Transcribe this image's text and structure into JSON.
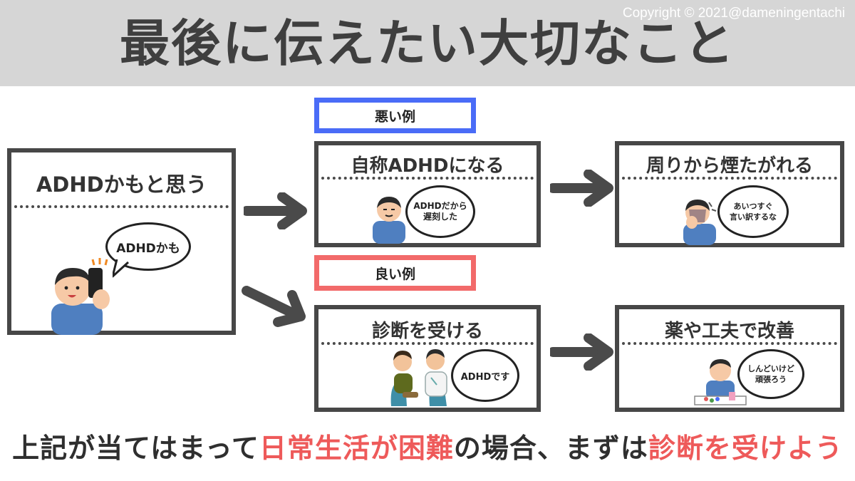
{
  "header": {
    "title": "最後に伝えたい大切なこと",
    "copyright": "Copyright © 2021@dameningentachi"
  },
  "start_box": {
    "title": "ADHDかもと思う",
    "speech": "ADHDかも"
  },
  "bad_example": {
    "tag": "悪い例",
    "tag_color": "#4a6cf7",
    "step1": {
      "title": "自称ADHDになる",
      "speech_line1": "ADHDだから",
      "speech_line2": "遅刻した"
    },
    "step2": {
      "title": "周りから煙たがれる",
      "speech_line1": "あいつすぐ",
      "speech_line2": "言い訳するな"
    }
  },
  "good_example": {
    "tag": "良い例",
    "tag_color": "#f26a6a",
    "step1": {
      "title": "診断を受ける",
      "speech": "ADHDです"
    },
    "step2": {
      "title": "薬や工夫で改善",
      "speech_line1": "しんどいけど",
      "speech_line2": "頑張ろう"
    }
  },
  "footer": {
    "part1": "上記が当てはまって",
    "part2": "日常生活が困難",
    "part3": "の場合、まずは",
    "part4": "診断を受けよう",
    "highlight_color": "#ee5a5a"
  }
}
